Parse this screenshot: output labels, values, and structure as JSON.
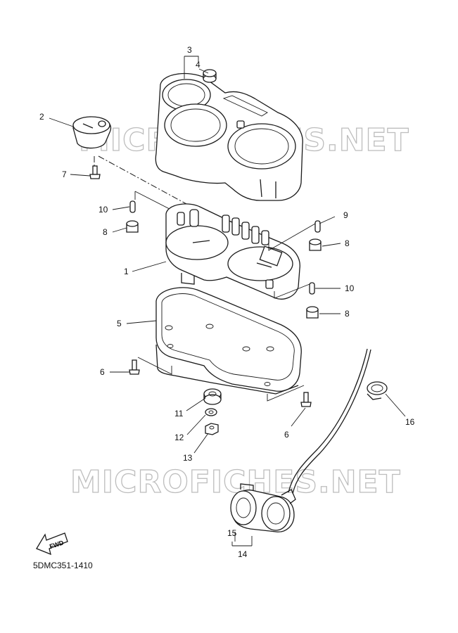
{
  "watermark": "MICROFICHES.NET",
  "figure_code": "5DMC351-1410",
  "fwd_label": "FWD",
  "callouts": {
    "c1": "1",
    "c2": "2",
    "c3": "3",
    "c4": "4",
    "c5": "5",
    "c6a": "6",
    "c6b": "6",
    "c7": "7",
    "c8a": "8",
    "c8b": "8",
    "c8c": "8",
    "c9": "9",
    "c10a": "10",
    "c10b": "10",
    "c11": "11",
    "c12": "12",
    "c13": "13",
    "c14": "14",
    "c15": "15",
    "c16": "16"
  }
}
